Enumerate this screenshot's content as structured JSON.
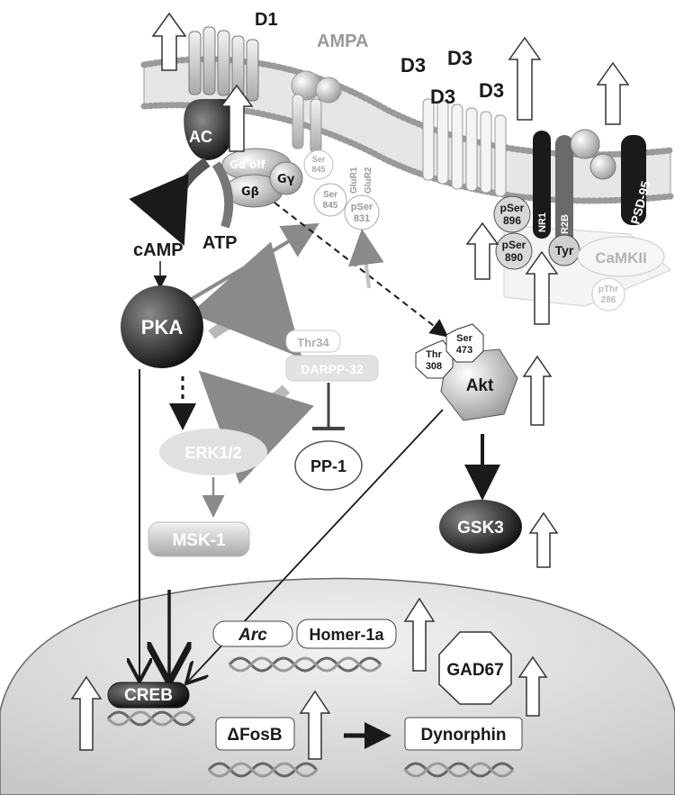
{
  "receptors": {
    "d1": "D1",
    "ampa": "AMPA",
    "d3_a": "D3",
    "d3_b": "D3",
    "d3_c": "D3",
    "d3_d": "D3"
  },
  "membrane_proteins": {
    "ac": "AC",
    "g_alpha": "Gα olf",
    "g_beta": "Gβ",
    "g_gamma": "Gγ",
    "glur1": "GluR1",
    "glur2": "GluR2",
    "nr1": "NR1",
    "nr2b": "NR2B",
    "psd95": "PSD-95",
    "camkii": "CaMKII"
  },
  "phospho_sites": {
    "ser845_upper": [
      "Ser",
      "845"
    ],
    "ser845_lower": [
      "Ser",
      "845"
    ],
    "pser831": [
      "pSer",
      "831"
    ],
    "pser896": [
      "pSer",
      "896"
    ],
    "pser890": [
      "pSer",
      "890"
    ],
    "tyr": "Tyr",
    "pthr286": [
      "pThr",
      "286"
    ],
    "thr308": [
      "Thr",
      "308"
    ],
    "ser473": [
      "Ser",
      "473"
    ],
    "thr34": "Thr34"
  },
  "molecules": {
    "camp": "cAMP",
    "atp": "ATP",
    "pka": "PKA",
    "darpp32": "DARPP-32",
    "pp1": "PP-1",
    "erk": "ERK1/2",
    "msk1": "MSK-1",
    "akt": "Akt",
    "gsk3": "GSK3"
  },
  "nucleus": {
    "creb": "CREB",
    "arc": "Arc",
    "homer": "Homer-1a",
    "gad67": "GAD67",
    "fosb": "ΔFosB",
    "dynorphin": "Dynorphin"
  },
  "colors": {
    "dark": "#1a1a1a",
    "mid_gray": "#8a8a8a",
    "light_gray": "#c4c4c4",
    "nucleus_fill": "#dcdcdc",
    "white": "#ffffff"
  }
}
